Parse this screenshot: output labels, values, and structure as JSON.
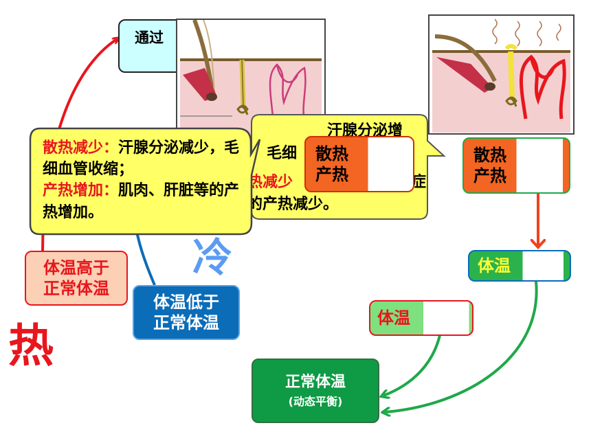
{
  "top_box": {
    "text": "通过"
  },
  "hot_high": {
    "line1": "体温高于",
    "line2": "正常体温"
  },
  "cold_low": {
    "line1": "体温低于",
    "line2": "正常体温"
  },
  "hot_char": "热",
  "cold_char": "冷",
  "bubble_front": {
    "label1": "散热减少：",
    "text1": "汗腺分泌减少，毛细血管收缩；",
    "label2": "产热增加：",
    "text2": "肌肉、肝脏等的产热增加。"
  },
  "bubble_back": {
    "frag1": "汗腺分泌增",
    "frag2": "毛细",
    "frag3": "症",
    "label_frag": "热减少",
    "frag4": "的产热减少。"
  },
  "status_mid": {
    "line1": "散热",
    "line2": "产热"
  },
  "status_right": {
    "line1": "散热",
    "line2": "产热"
  },
  "temp_right": {
    "text": "体温"
  },
  "temp_left": {
    "text": "体温"
  },
  "normal_box": {
    "line1": "正常体温",
    "line2": "(动态平衡)"
  },
  "colors": {
    "red": "#e8161d",
    "blue": "#0b6cb8",
    "green": "#1fa84a",
    "bubble": "#ffff66",
    "orange": "#f26522",
    "pink": "#f4cfd0"
  }
}
